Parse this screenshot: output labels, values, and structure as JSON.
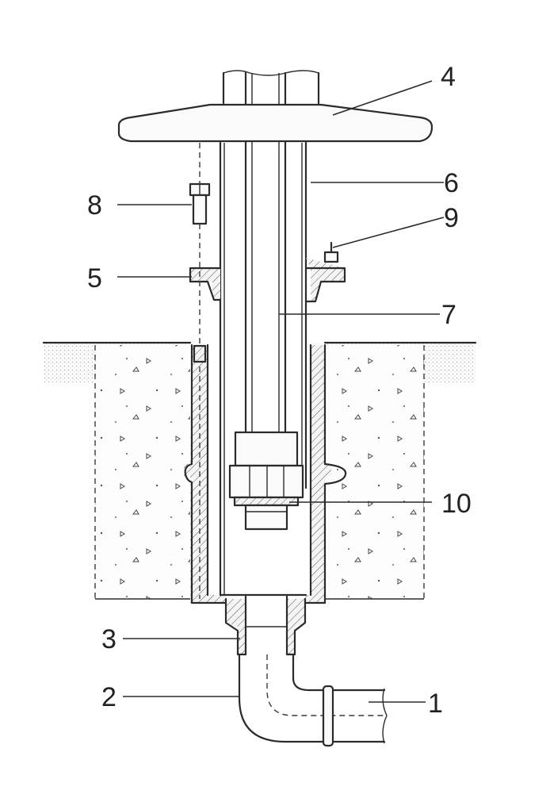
{
  "labels": {
    "l1": "1",
    "l2": "2",
    "l3": "3",
    "l4": "4",
    "l5": "5",
    "l6": "6",
    "l7": "7",
    "l8": "8",
    "l9": "9",
    "l10": "10"
  },
  "colors": {
    "line": "#2b2b2b",
    "background": "#ffffff"
  }
}
